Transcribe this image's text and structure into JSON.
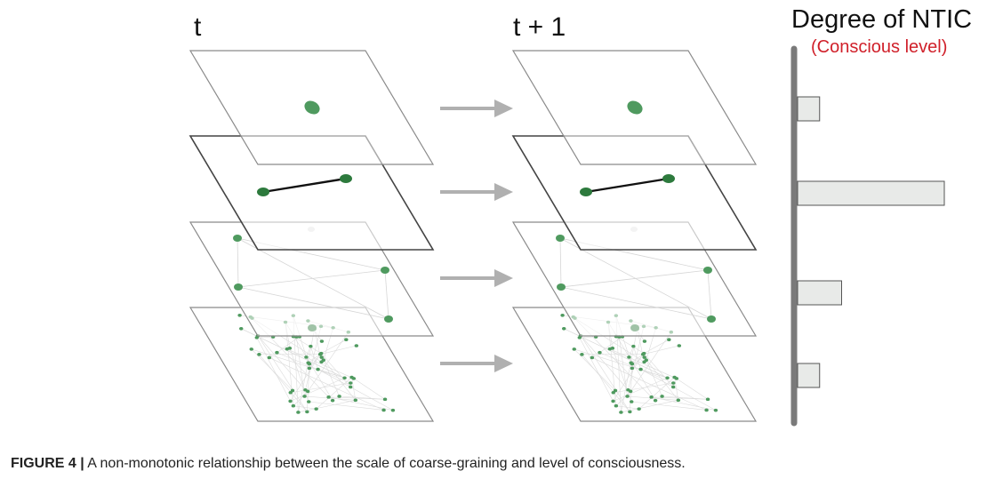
{
  "diagram": {
    "time_labels": {
      "left": "t",
      "right": "t + 1"
    },
    "scale": {
      "title": "Degree of NTIC",
      "subtitle": "(Conscious level)",
      "levels": [
        {
          "layer": "top",
          "relative_value": 0.15
        },
        {
          "layer": "second",
          "relative_value": 1.0
        },
        {
          "layer": "third",
          "relative_value": 0.3
        },
        {
          "layer": "bottom",
          "relative_value": 0.15
        }
      ]
    },
    "layers": [
      {
        "name": "top",
        "node_count": 1
      },
      {
        "name": "second",
        "node_count": 2,
        "edge_count": 1
      },
      {
        "name": "third",
        "node_count": 5
      },
      {
        "name": "bottom",
        "node_count": 60
      }
    ],
    "colors": {
      "node": "#4f9a5f",
      "node_dark": "#2d7a3d",
      "plane_border": "#8a8a8a",
      "arrow": "#b0b0b0",
      "bar_fill": "#e8eae8",
      "scale_axis": "#7a7a7a",
      "subtitle": "#d0202a"
    }
  },
  "caption": {
    "figure_id": "FIGURE 4 |",
    "text": " A non-monotonic relationship between the scale of coarse-graining and level of consciousness."
  }
}
